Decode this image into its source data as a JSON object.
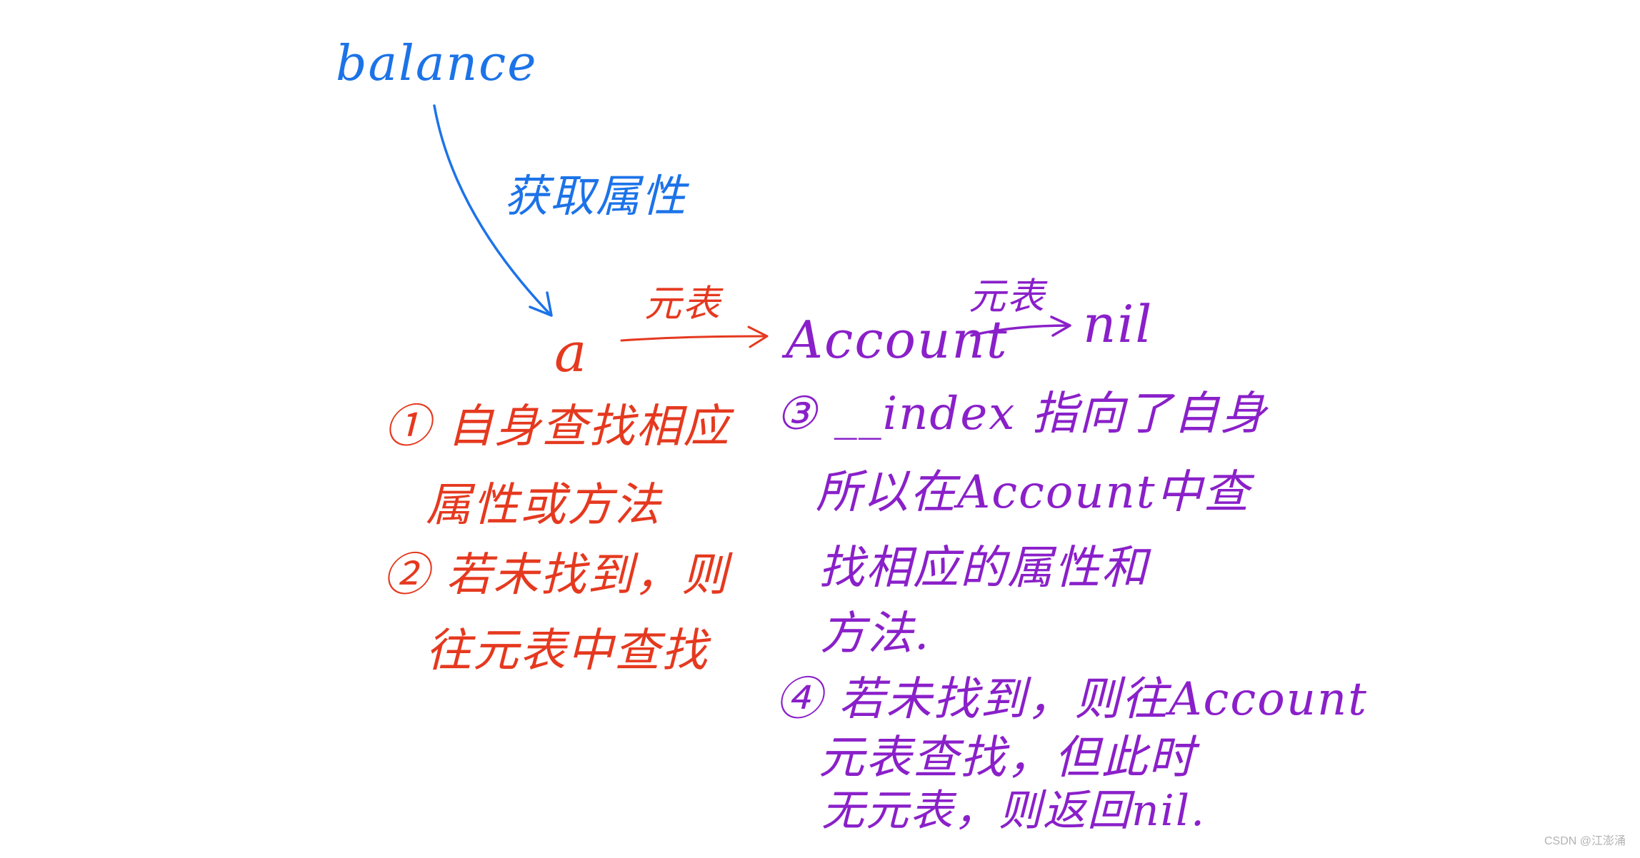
{
  "labels": {
    "balance": "balance",
    "get_property": "获取属性",
    "node_a": "a",
    "metatable_label_1": "元表",
    "node_account": "Account",
    "metatable_label_2": "元表",
    "node_nil": "nil"
  },
  "steps_red": [
    "① 自身查找相应",
    "属性或方法",
    "② 若未找到，则",
    "往元表中查找"
  ],
  "steps_purple": [
    "③ __index 指向了自身",
    "所以在Account中查",
    "找相应的属性和",
    "方法.",
    "④ 若未找到，则往Account",
    "元表查找，但此时",
    "无元表，则返回nil."
  ],
  "watermark": "CSDN @江澎涌",
  "colors": {
    "blue": "#1c73e8",
    "red": "#e5391f",
    "purple": "#8a20c9"
  }
}
